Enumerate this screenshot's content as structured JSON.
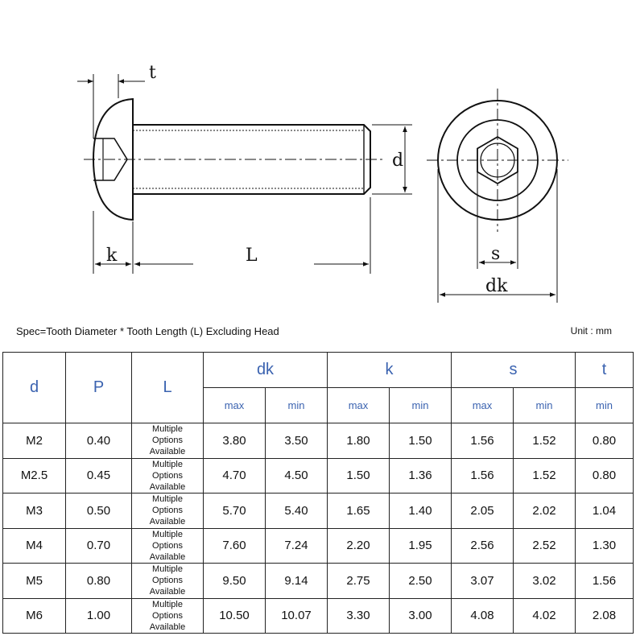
{
  "drawing": {
    "labels": {
      "t": "t",
      "d": "d",
      "k": "k",
      "L": "L",
      "s": "s",
      "dk": "dk"
    }
  },
  "caption": "Spec=Tooth Diameter * Tooth Length (L) Excluding Head",
  "unit": "Unit : mm",
  "table": {
    "headers": {
      "d": "d",
      "P": "P",
      "L": "L",
      "dk": "dk",
      "k": "k",
      "s": "s",
      "t": "t"
    },
    "sub": {
      "max": "max",
      "min": "min"
    },
    "l_text": [
      "Multiple",
      "Options",
      "Available"
    ],
    "rows": [
      {
        "d": "M2",
        "p": "0.40",
        "dk_max": "3.80",
        "dk_min": "3.50",
        "k_max": "1.80",
        "k_min": "1.50",
        "s_max": "1.56",
        "s_min": "1.52",
        "t_min": "0.80"
      },
      {
        "d": "M2.5",
        "p": "0.45",
        "dk_max": "4.70",
        "dk_min": "4.50",
        "k_max": "1.50",
        "k_min": "1.36",
        "s_max": "1.56",
        "s_min": "1.52",
        "t_min": "0.80"
      },
      {
        "d": "M3",
        "p": "0.50",
        "dk_max": "5.70",
        "dk_min": "5.40",
        "k_max": "1.65",
        "k_min": "1.40",
        "s_max": "2.05",
        "s_min": "2.02",
        "t_min": "1.04"
      },
      {
        "d": "M4",
        "p": "0.70",
        "dk_max": "7.60",
        "dk_min": "7.24",
        "k_max": "2.20",
        "k_min": "1.95",
        "s_max": "2.56",
        "s_min": "2.52",
        "t_min": "1.30"
      },
      {
        "d": "M5",
        "p": "0.80",
        "dk_max": "9.50",
        "dk_min": "9.14",
        "k_max": "2.75",
        "k_min": "2.50",
        "s_max": "3.07",
        "s_min": "3.02",
        "t_min": "1.56"
      },
      {
        "d": "M6",
        "p": "1.00",
        "dk_max": "10.50",
        "dk_min": "10.07",
        "k_max": "3.30",
        "k_min": "3.00",
        "s_max": "4.08",
        "s_min": "4.02",
        "t_min": "2.08"
      }
    ]
  },
  "colors": {
    "header": "#3b63b0",
    "line": "#111111"
  }
}
